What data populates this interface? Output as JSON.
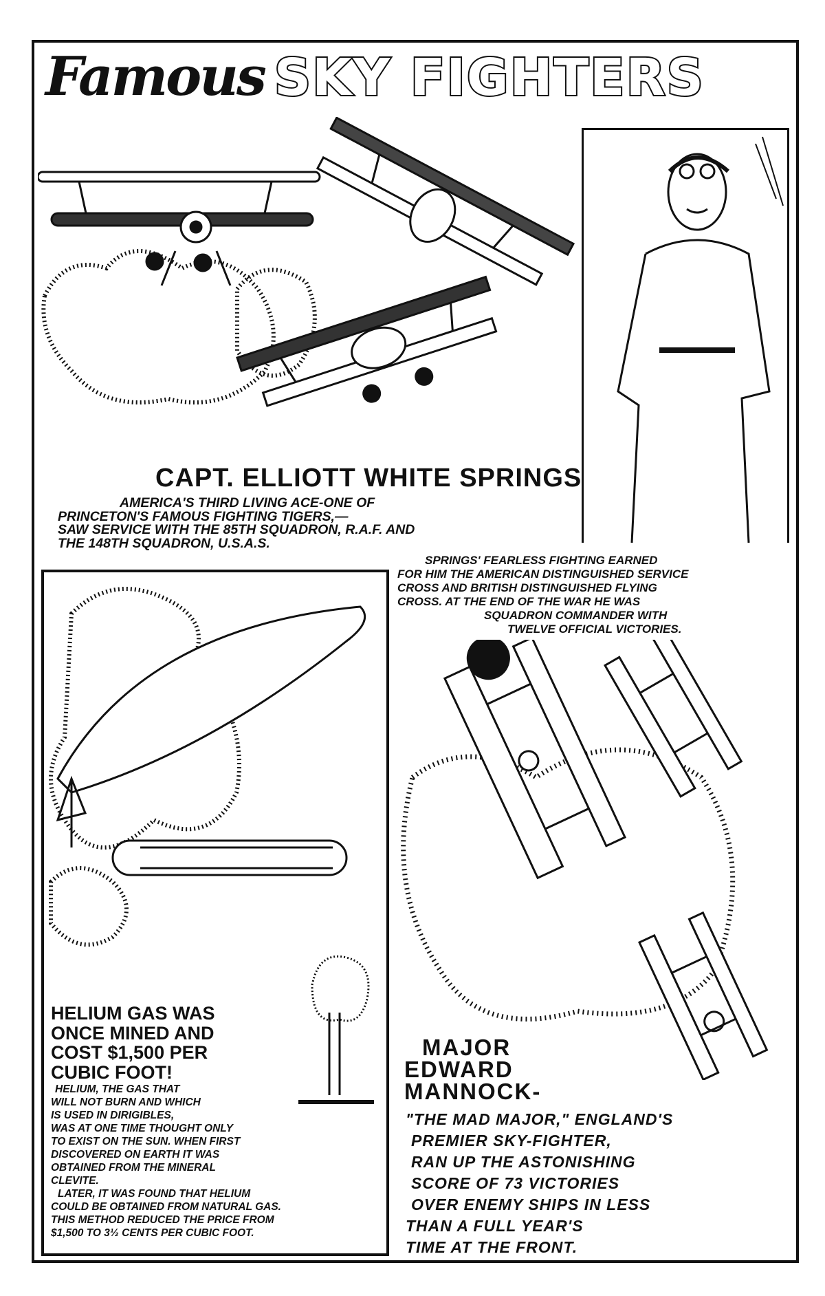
{
  "title": {
    "word1": "Famous",
    "word2": "SKY FIGHTERS"
  },
  "springs": {
    "name": "CAPT. ELLIOTT WHITE SPRINGS",
    "intro_lines": [
      "America's third living ace-one of",
      "Princeton's famous fighting tigers,—",
      "saw service with the 85th Squadron, R.A.F. and",
      "the 148th Squadron, U.S.A.S."
    ],
    "honors_lines": [
      "Springs' fearless fighting earned",
      "for him the American Distinguished Service",
      "Cross and British Distinguished Flying",
      "Cross.  At the end of the war he was",
      "squadron commander with",
      "twelve official victories."
    ]
  },
  "helium": {
    "heading_lines": [
      "Helium gas was",
      "once mined and",
      "cost $1,500 per",
      "cubic foot!"
    ],
    "body_lines": [
      "Helium, the gas that",
      "will not burn and which",
      "is used in dirigibles,",
      "was at one time thought only",
      "to exist on the sun.  When first",
      "discovered on earth it was",
      "obtained from the mineral",
      "clevite.",
      "Later, it was found that helium",
      "could be obtained from natural gas.",
      "This method reduced the price from",
      "$1,500 to 3½ cents per cubic foot."
    ]
  },
  "mannock": {
    "name_lines": [
      "Major",
      "Edward",
      "Mannock-"
    ],
    "body_lines": [
      "\"The Mad Major,\" England's",
      "premier sky-fighter,",
      "ran up the astonishing",
      "score of 73 victories",
      "over enemy ships in less",
      "than a full year's",
      "time at the front."
    ]
  }
}
